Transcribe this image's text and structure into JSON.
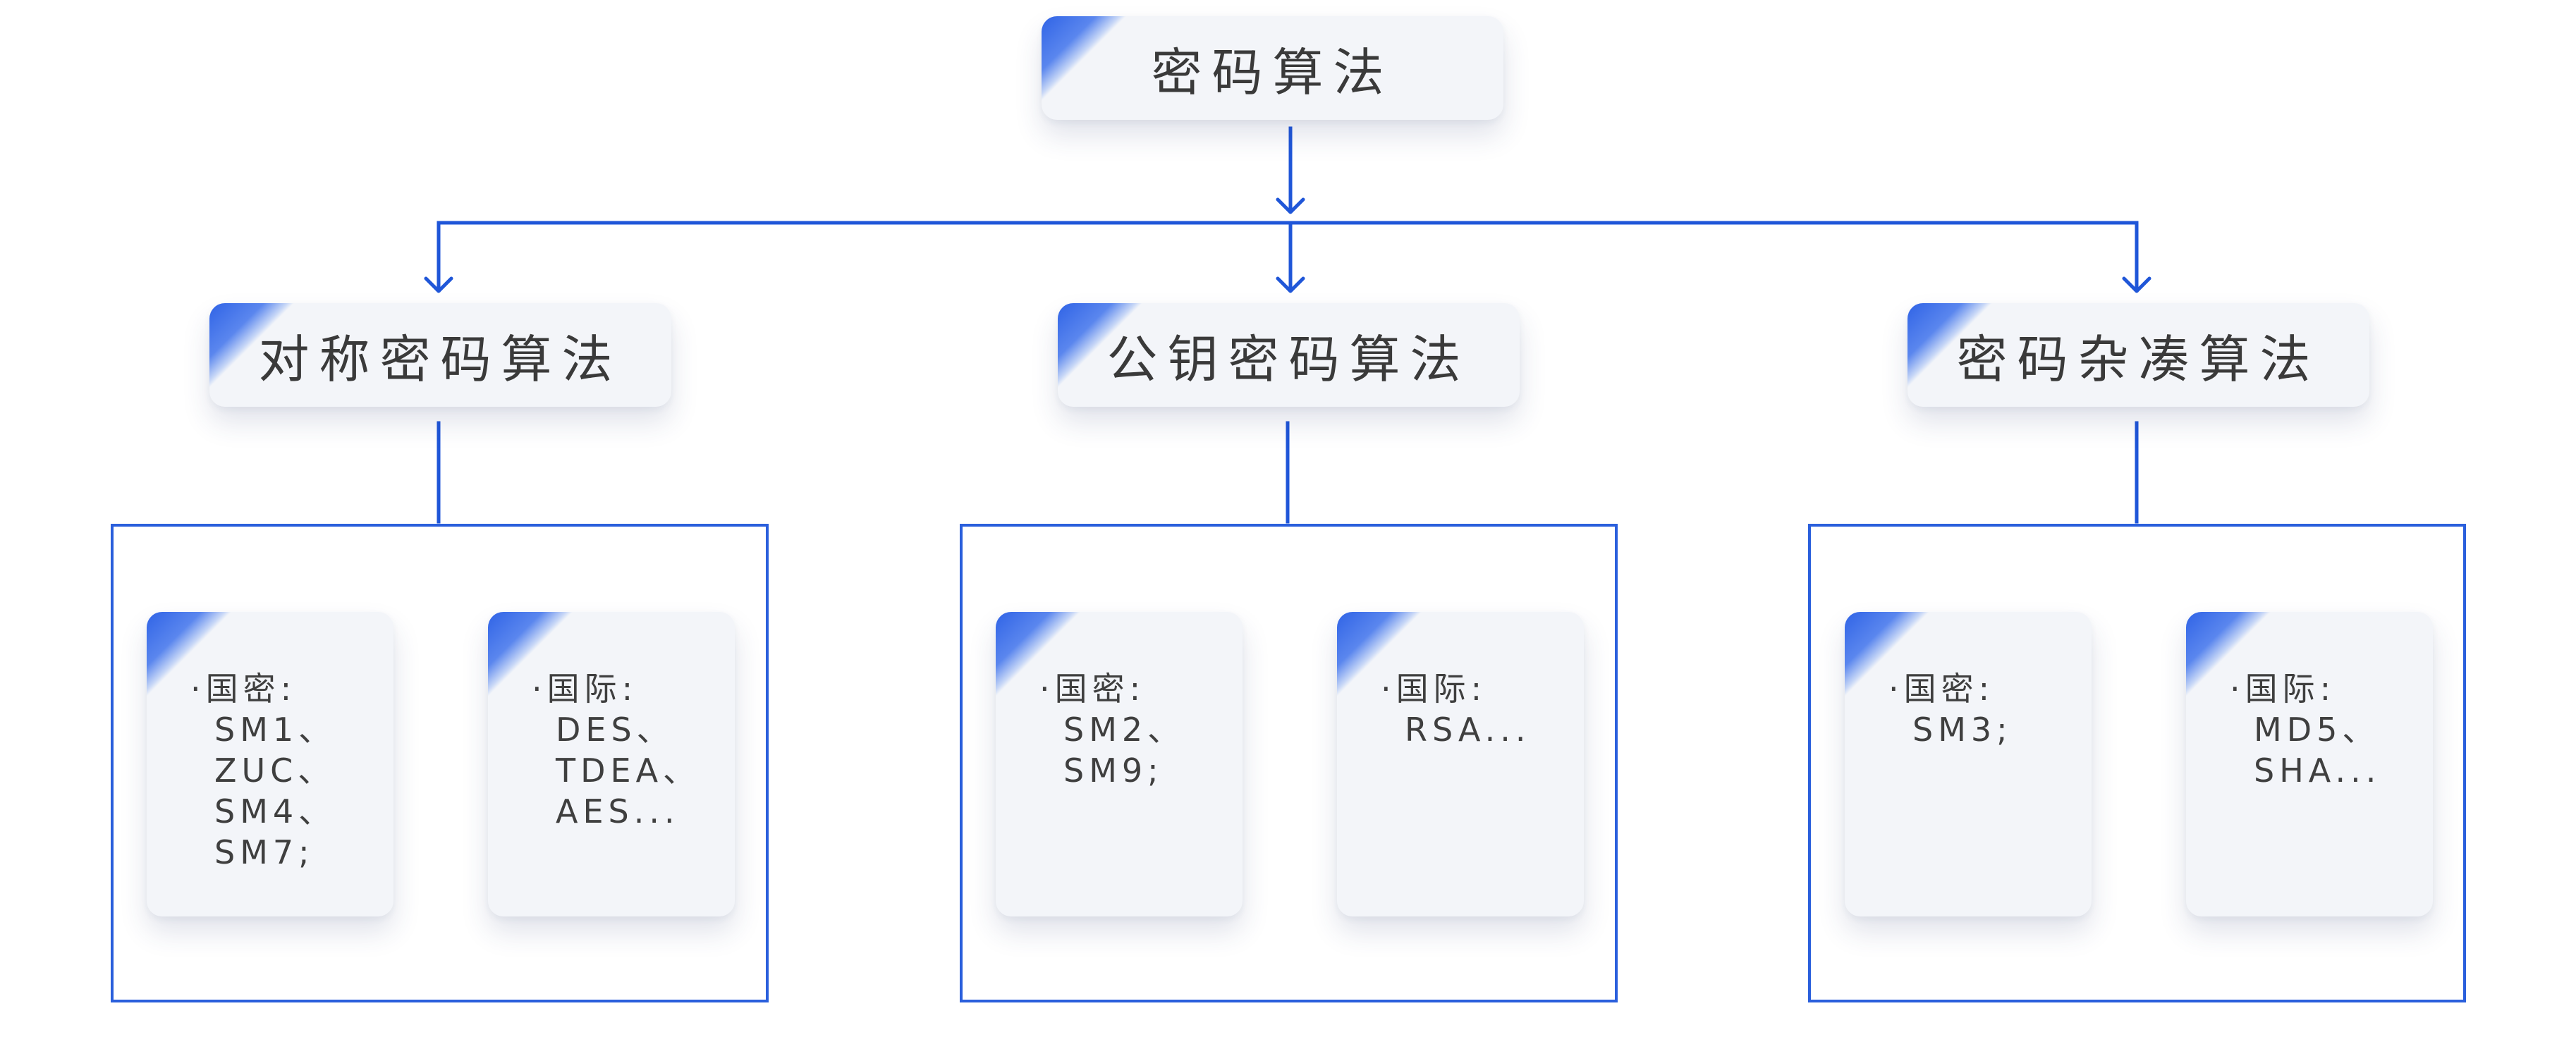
{
  "diagram": {
    "root": {
      "label": "密码算法"
    },
    "categories": [
      {
        "label": "对称密码算法",
        "leaves": [
          {
            "heading": "·国密:",
            "items": [
              "SM1、",
              "ZUC、",
              "SM4、",
              "SM7;"
            ]
          },
          {
            "heading": "·国际:",
            "items": [
              "DES、",
              "TDEA、",
              "AES..."
            ]
          }
        ]
      },
      {
        "label": "公钥密码算法",
        "leaves": [
          {
            "heading": "·国密:",
            "items": [
              "SM2、",
              "SM9;"
            ]
          },
          {
            "heading": "·国际:",
            "items": [
              "RSA..."
            ]
          }
        ]
      },
      {
        "label": "密码杂凑算法",
        "leaves": [
          {
            "heading": "·国密:",
            "items": [
              "SM3;"
            ]
          },
          {
            "heading": "·国际:",
            "items": [
              "MD5、",
              "SHA..."
            ]
          }
        ]
      }
    ],
    "colors": {
      "line": "#1f56d8",
      "accent": "#2f63e6",
      "card": "#f3f5f9",
      "text": "#3a3a3a"
    }
  }
}
